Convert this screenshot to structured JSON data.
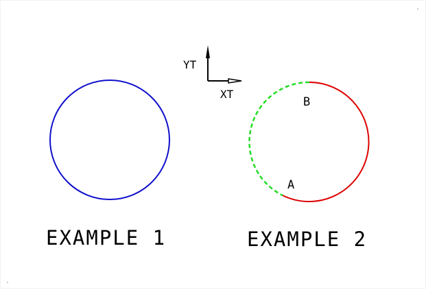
{
  "axes": {
    "y_label": "YT",
    "x_label": "XT",
    "stroke_color": "#000000"
  },
  "example1": {
    "caption": "EXAMPLE 1",
    "circle_color": "#1010cc"
  },
  "example2": {
    "caption": "EXAMPLE 2",
    "solid_arc_color": "#dd0000",
    "dashed_arc_color": "#22dd22",
    "point_a_label": "A",
    "point_b_label": "B"
  }
}
